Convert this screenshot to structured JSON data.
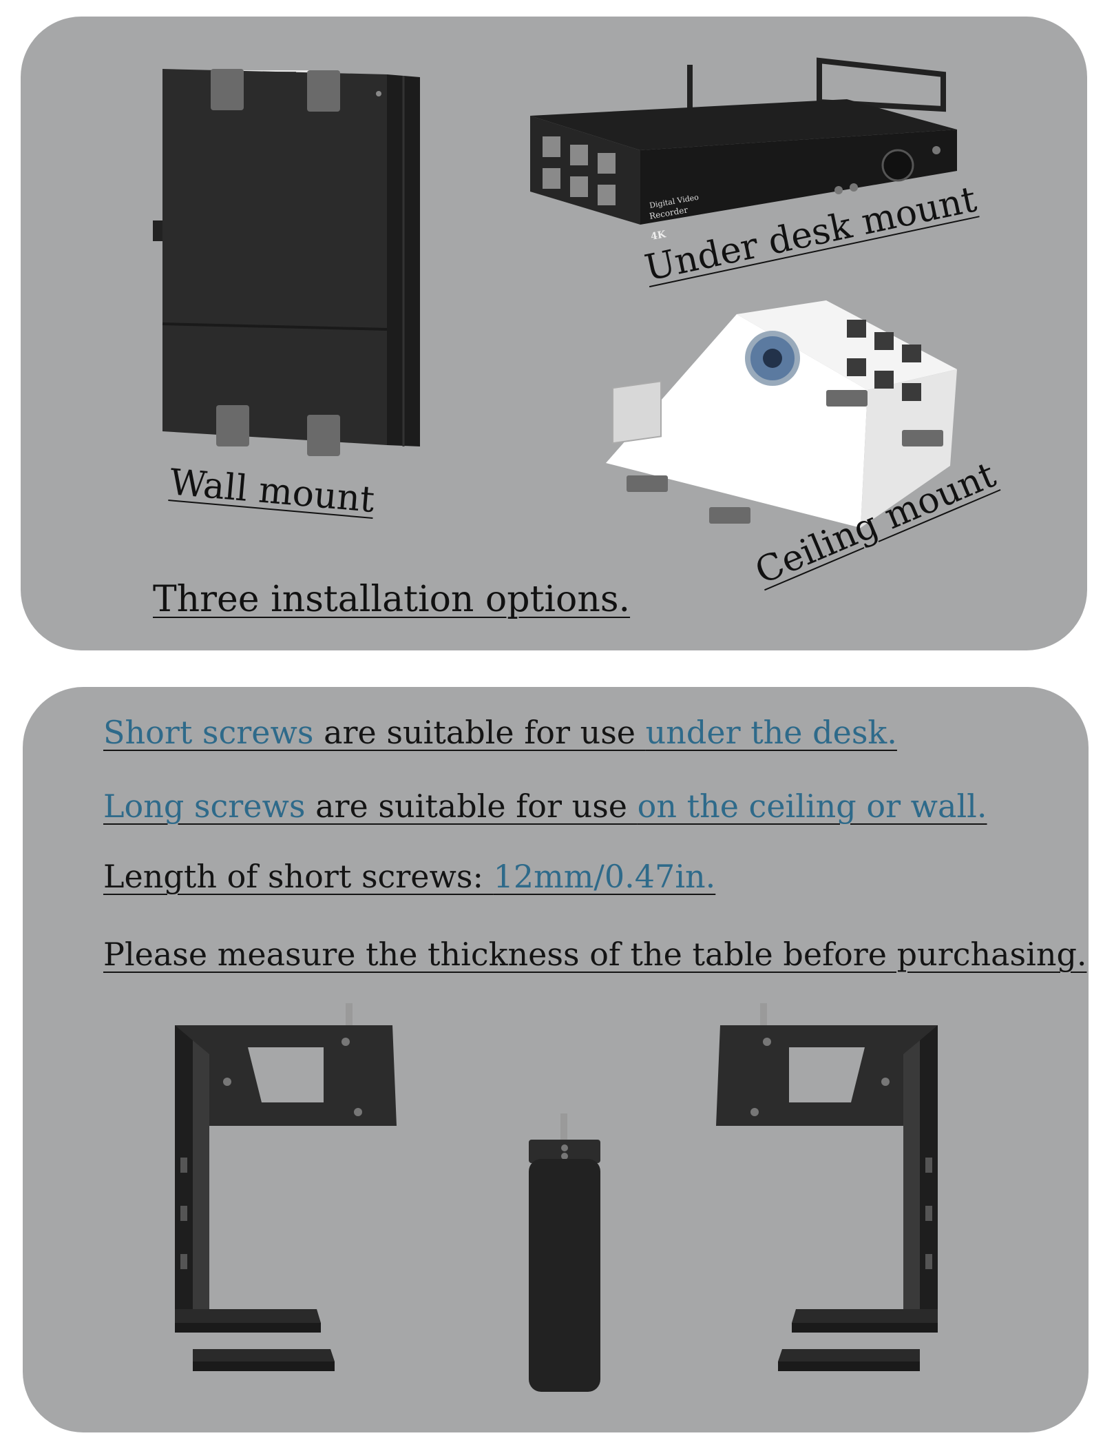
{
  "top_panel": {
    "labels": {
      "wall": "Wall mount",
      "desk": "Under desk mount",
      "ceiling": "Ceiling mount",
      "summary": "Three installation options."
    },
    "devices": {
      "recorder_lines": [
        "Digital Video",
        "Recorder"
      ],
      "recorder_badge": "4K"
    }
  },
  "bottom_panel": {
    "lines": [
      {
        "a": "Short screws",
        "b": " are suitable for use ",
        "c": "under the desk."
      },
      {
        "a": "Long screws",
        "b": " are suitable for use ",
        "c": "on the ceiling or wall."
      },
      {
        "a": "Length of short screws: ",
        "b": "12mm/0.47in."
      },
      {
        "a": "Please measure the thickness of the table before purchasing."
      }
    ]
  },
  "colors": {
    "panel": "#a6a7a8",
    "highlight": "#2e6a8a",
    "metal": "#2a2a2a"
  }
}
